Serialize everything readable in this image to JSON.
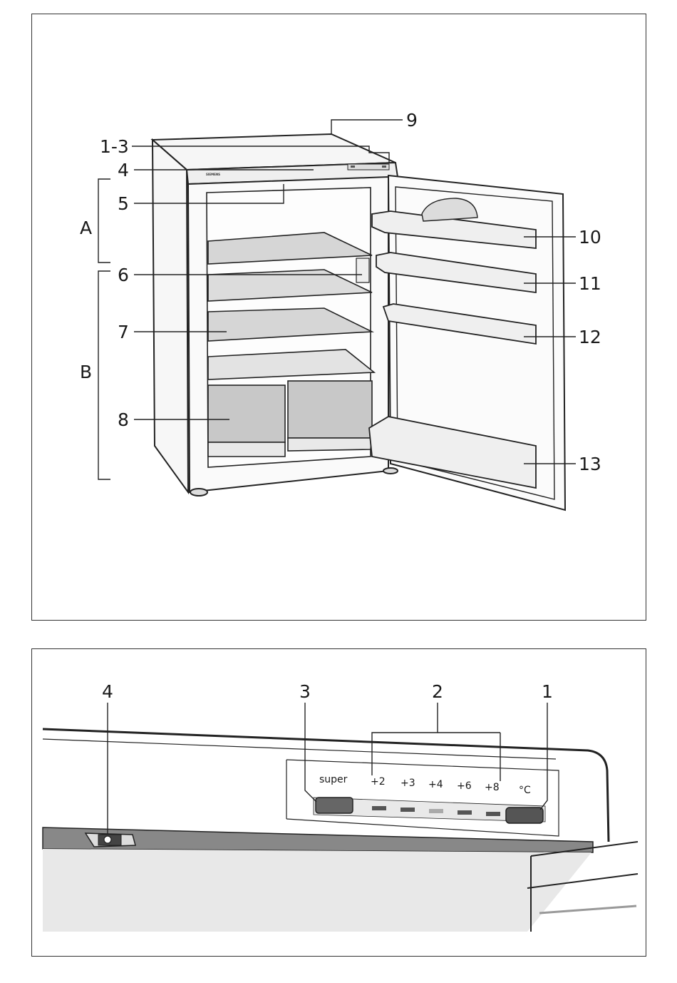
{
  "overview": {
    "brand": "SIEMENS",
    "callouts": {
      "c9": "9",
      "c1_3": "1-3",
      "c4": "4",
      "c5": "5",
      "c6": "6",
      "c7": "7",
      "c8": "8",
      "c10": "10",
      "c11": "11",
      "c12": "12",
      "c13": "13"
    },
    "zones": {
      "a": "A",
      "b": "B"
    }
  },
  "control_panel": {
    "callouts": {
      "c1": "1",
      "c2": "2",
      "c3": "3",
      "c4": "4"
    },
    "super_label": "super",
    "temps": [
      "+2",
      "+3",
      "+4",
      "+6",
      "+8"
    ],
    "unit": "°C"
  }
}
